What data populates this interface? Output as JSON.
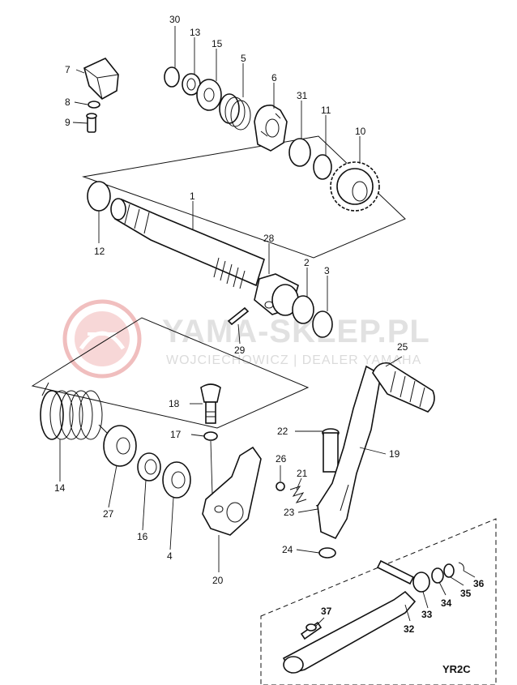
{
  "diagram": {
    "variant_label": "YR2C",
    "watermark": {
      "main": "YAMA-SKLEP.PL",
      "sub": "WOJCIECHOWICZ | DEALER YAMAHA"
    },
    "callouts": {
      "c1": "1",
      "c2": "2",
      "c3": "3",
      "c4": "4",
      "c5": "5",
      "c6": "6",
      "c7": "7",
      "c8": "8",
      "c9": "9",
      "c10": "10",
      "c11": "11",
      "c12": "12",
      "c13": "13",
      "c14": "14",
      "c15": "15",
      "c16": "16",
      "c17": "17",
      "c18": "18",
      "c19": "19",
      "c20": "20",
      "c21": "21",
      "c22": "22",
      "c23": "23",
      "c24": "24",
      "c25": "25",
      "c26": "26",
      "c27": "27",
      "c28": "28",
      "c29": "29",
      "c30": "30",
      "c31": "31",
      "c32": "32",
      "c33": "33",
      "c34": "34",
      "c35": "35",
      "c36": "36",
      "c37": "37"
    }
  }
}
